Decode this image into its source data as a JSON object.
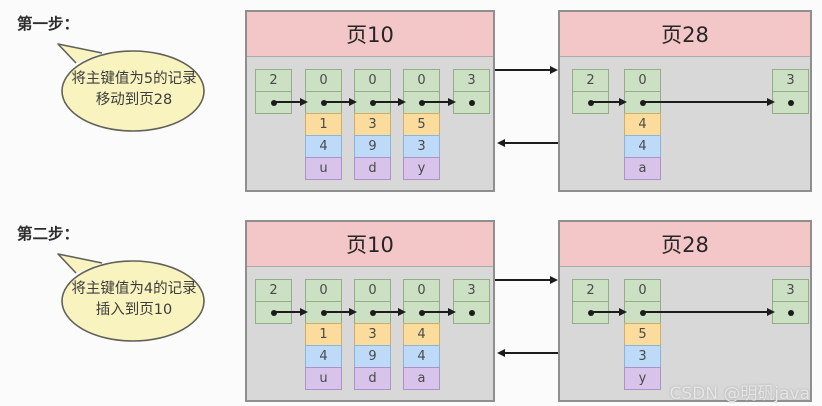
{
  "steps": [
    {
      "label": "第一步：",
      "bubble": {
        "line1": "将主键值为5的记录",
        "line2": "移动到页28"
      },
      "pages": [
        {
          "title": "页10",
          "records": [
            {
              "type": "2"
            },
            {
              "type": "0",
              "pk": "1",
              "c2": "4",
              "c3": "u"
            },
            {
              "type": "0",
              "pk": "3",
              "c2": "9",
              "c3": "d"
            },
            {
              "type": "0",
              "pk": "5",
              "c2": "3",
              "c3": "y"
            },
            {
              "type": "3"
            }
          ]
        },
        {
          "title": "页28",
          "records": [
            {
              "type": "2"
            },
            {
              "type": "0",
              "pk": "4",
              "c2": "4",
              "c3": "a"
            },
            {
              "type": "3"
            }
          ]
        }
      ]
    },
    {
      "label": "第二步：",
      "bubble": {
        "line1": "将主键值为4的记录",
        "line2": "插入到页10"
      },
      "pages": [
        {
          "title": "页10",
          "records": [
            {
              "type": "2"
            },
            {
              "type": "0",
              "pk": "1",
              "c2": "4",
              "c3": "u"
            },
            {
              "type": "0",
              "pk": "3",
              "c2": "9",
              "c3": "d"
            },
            {
              "type": "0",
              "pk": "4",
              "c2": "4",
              "c3": "a"
            },
            {
              "type": "3"
            }
          ]
        },
        {
          "title": "页28",
          "records": [
            {
              "type": "2"
            },
            {
              "type": "0",
              "pk": "5",
              "c2": "3",
              "c3": "y"
            },
            {
              "type": "3"
            }
          ]
        }
      ]
    }
  ],
  "watermark": "CSDN @明矾java",
  "colors": {
    "canvas_bg": "#fbfbfb",
    "page_header": "#f3c6c7",
    "page_body": "#d8d8d8",
    "page_border": "#8f8f8f",
    "cell_green": "#cce0c4",
    "cell_green_border": "#94ad89",
    "cell_orange": "#fbdc9d",
    "cell_orange_border": "#cfae69",
    "cell_blue": "#bddbf8",
    "cell_blue_border": "#8db3da",
    "cell_purple": "#d8c4eb",
    "cell_purple_border": "#ab92c9",
    "bubble_fill": "#f9f4bf",
    "bubble_border": "#61615a",
    "arrow": "#1c1c1c"
  }
}
